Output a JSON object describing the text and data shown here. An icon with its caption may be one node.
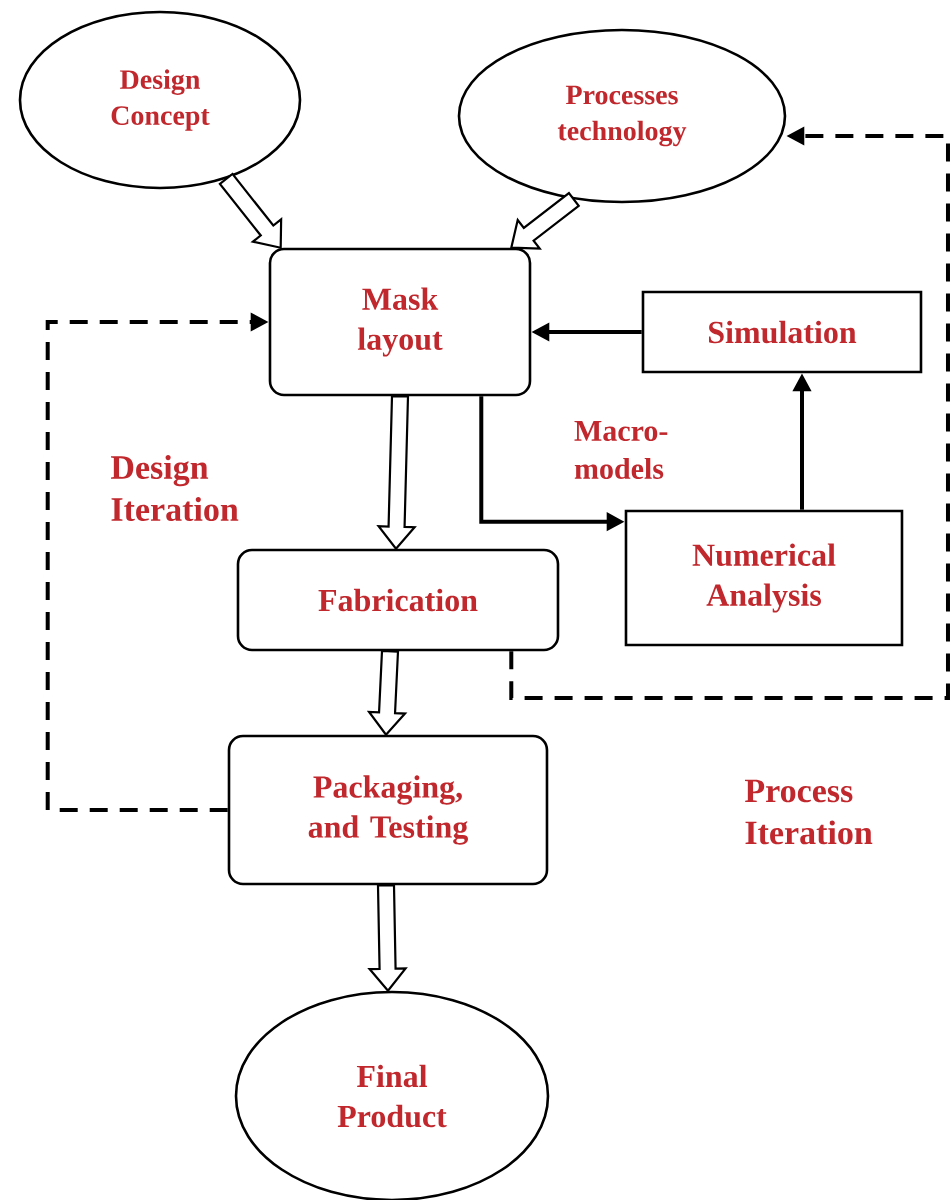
{
  "diagram": {
    "nodes": [
      {
        "text": [
          "Design Concept"
        ]
      },
      {
        "text": [
          "Processes technology"
        ]
      },
      {
        "text": [
          "Mask layout"
        ]
      },
      {
        "text": [
          "Simulation"
        ]
      },
      {
        "text": [
          "Numerical Analysis"
        ]
      },
      {
        "text": [
          "Fabrication"
        ]
      },
      {
        "text": [
          "Packaging, and Testing"
        ]
      },
      {
        "text": [
          "Final Product"
        ]
      }
    ],
    "edges": [
      {
        "from": 0,
        "to": 2,
        "arrow": "to"
      },
      {
        "from": 1,
        "to": 2,
        "arrow": "to"
      },
      {
        "from": 3,
        "to": 2,
        "arrow": "to"
      },
      {
        "from": 2,
        "to": 4,
        "arrow": "to",
        "label": "Macro-models"
      },
      {
        "from": 4,
        "to": 3,
        "arrow": "to"
      },
      {
        "from": 2,
        "to": 5,
        "arrow": "to"
      },
      {
        "from": 5,
        "to": 6,
        "arrow": "to"
      },
      {
        "from": 6,
        "to": 7,
        "arrow": "to"
      },
      {
        "from": 6,
        "to": 2,
        "arrow": "to",
        "style": "dashed"
      },
      {
        "from": 5,
        "to": 1,
        "arrow": "to",
        "style": "dashed"
      }
    ],
    "labels": [
      "Design Iteration",
      "Process Iteration"
    ]
  }
}
